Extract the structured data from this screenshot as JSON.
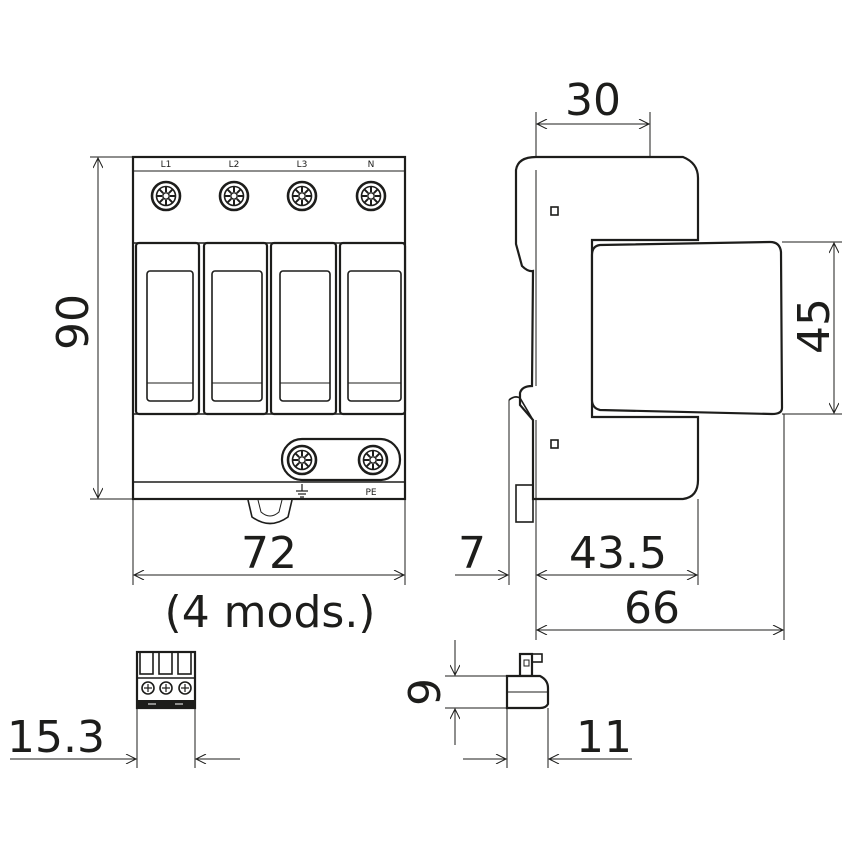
{
  "front_view": {
    "terminal_labels": [
      "L1",
      "L2",
      "L3",
      "N"
    ],
    "pe_label": "PE",
    "height_dim": "90",
    "width_dim": "72",
    "width_note": "(4 mods.)"
  },
  "side_view": {
    "top_dim": "30",
    "right_dim": "45",
    "rail_dim": "7",
    "depth_mid_dim": "43.5",
    "depth_total_dim": "66"
  },
  "plug_front": {
    "width_dim": "15.3"
  },
  "plug_side": {
    "height_dim": "9",
    "width_dim": "11"
  },
  "colors": {
    "stroke": "#1d1d1b",
    "background": "#ffffff"
  },
  "icons": {
    "screw": "terminal-screw-icon",
    "ground": "ground-symbol-icon"
  }
}
